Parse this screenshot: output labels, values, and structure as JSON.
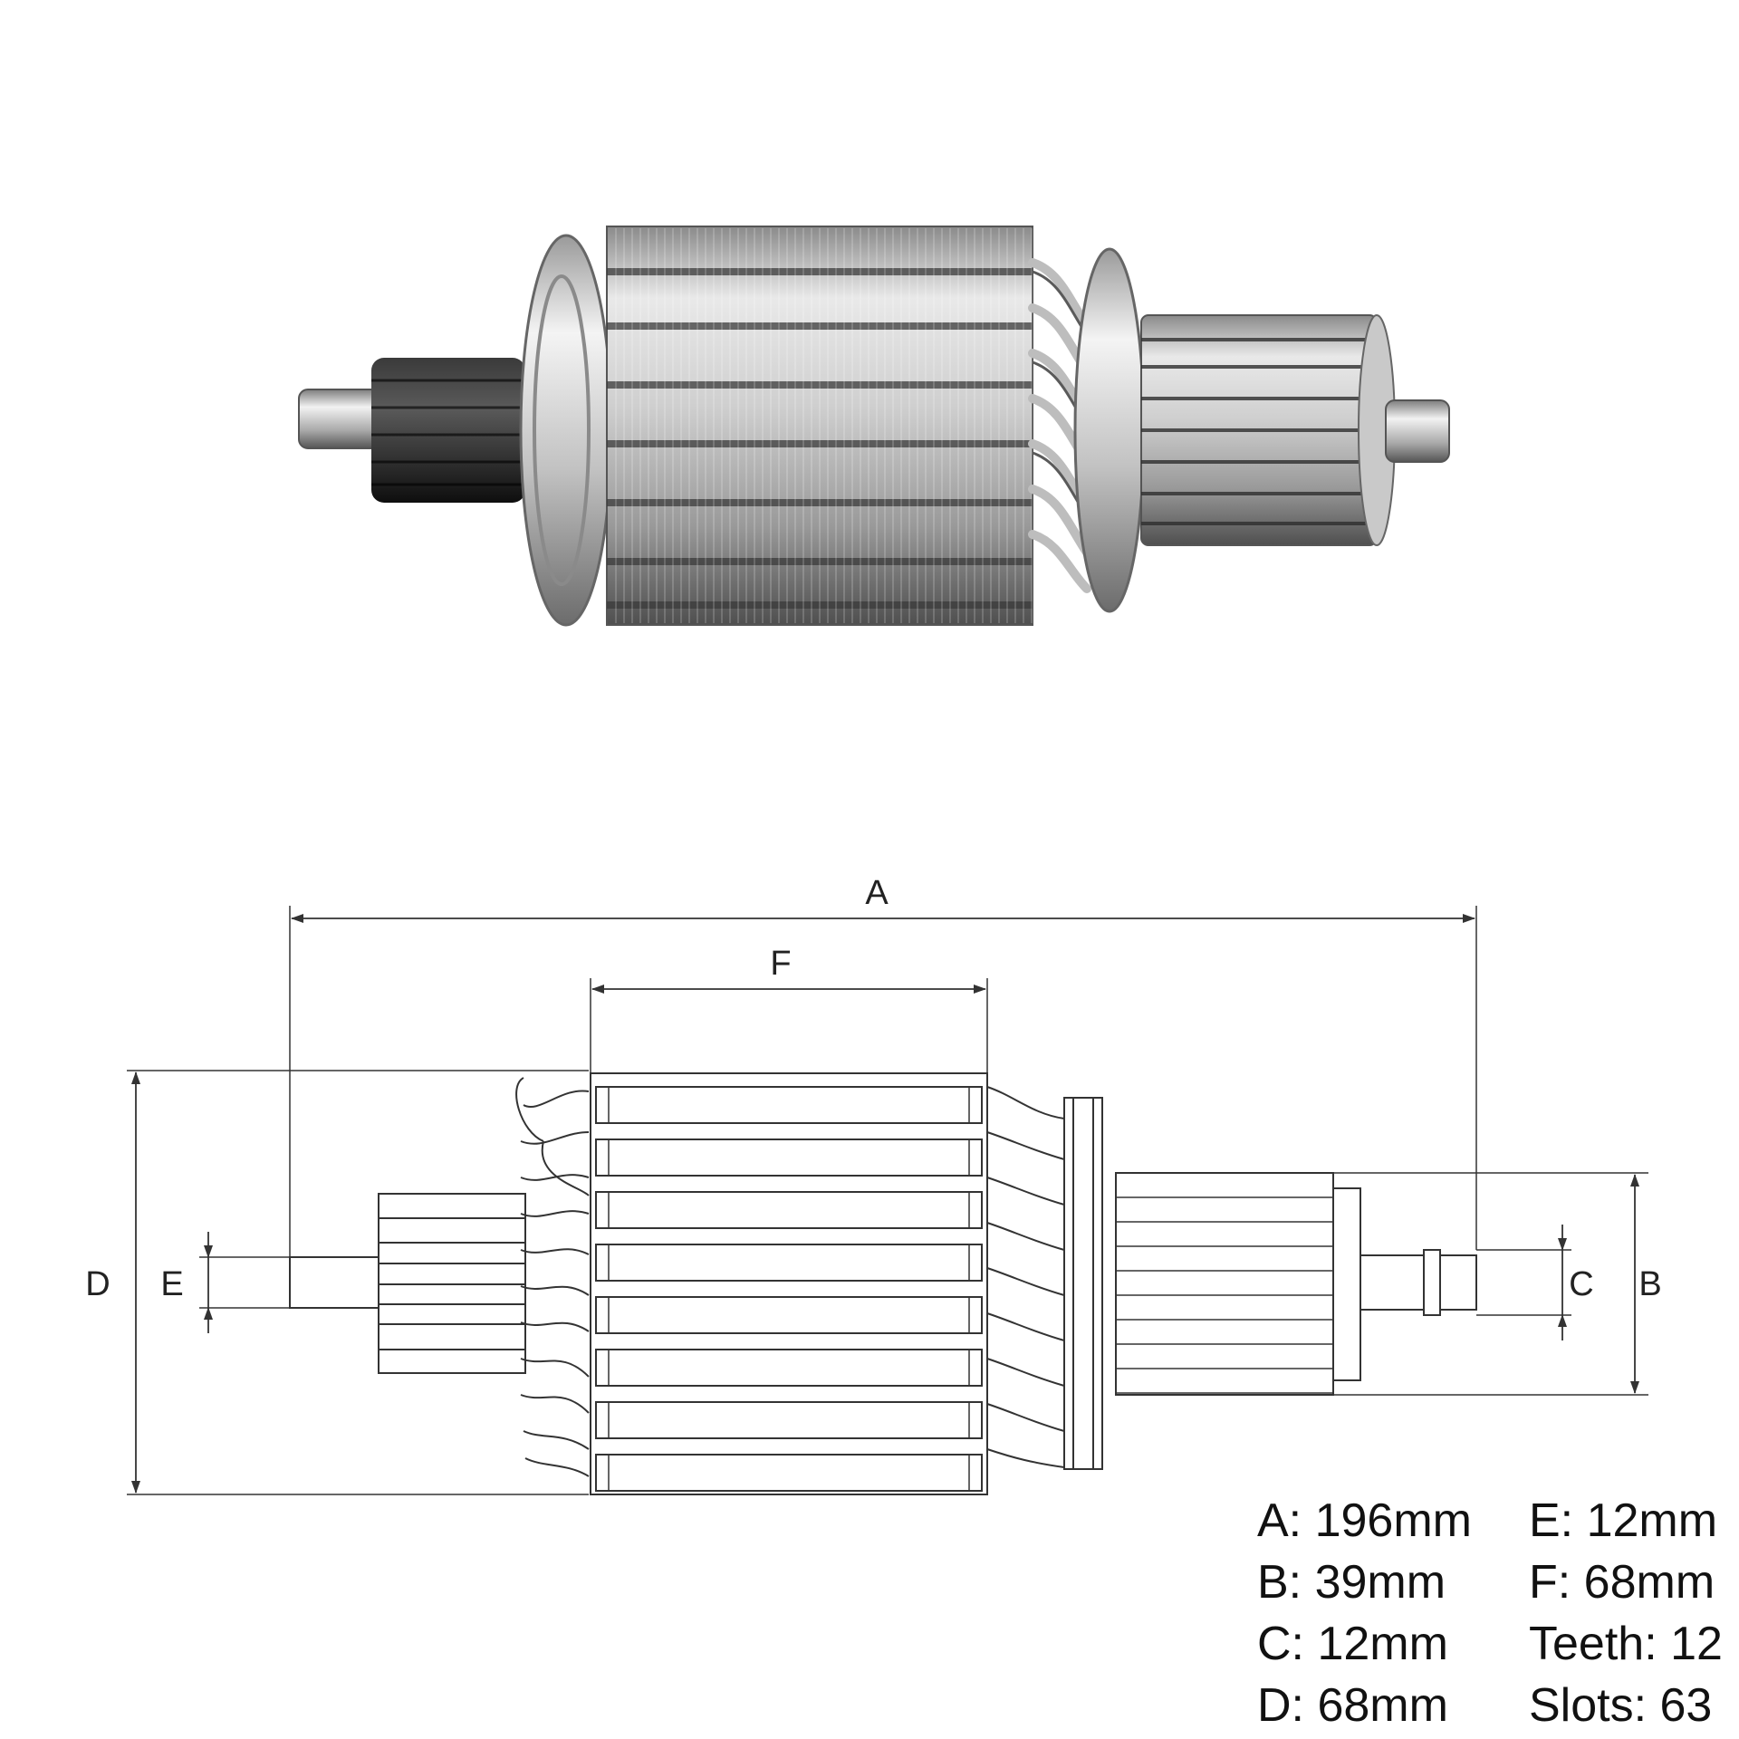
{
  "product_photo": {
    "label": "armature-photo"
  },
  "drawing": {
    "dimension_labels": {
      "A": "A",
      "B": "B",
      "C": "C",
      "D": "D",
      "E": "E",
      "F": "F"
    }
  },
  "specs": {
    "left": [
      "A: 196mm",
      "B: 39mm",
      "C: 12mm",
      "D: 68mm"
    ],
    "right": [
      "E: 12mm",
      "F: 68mm",
      "Teeth: 12",
      "Slots: 63"
    ]
  },
  "colors": {
    "line": "#333333",
    "steel_light": "#e6e6e6",
    "steel_dark": "#6f6f6f",
    "pinion": "#1e1e1e"
  }
}
